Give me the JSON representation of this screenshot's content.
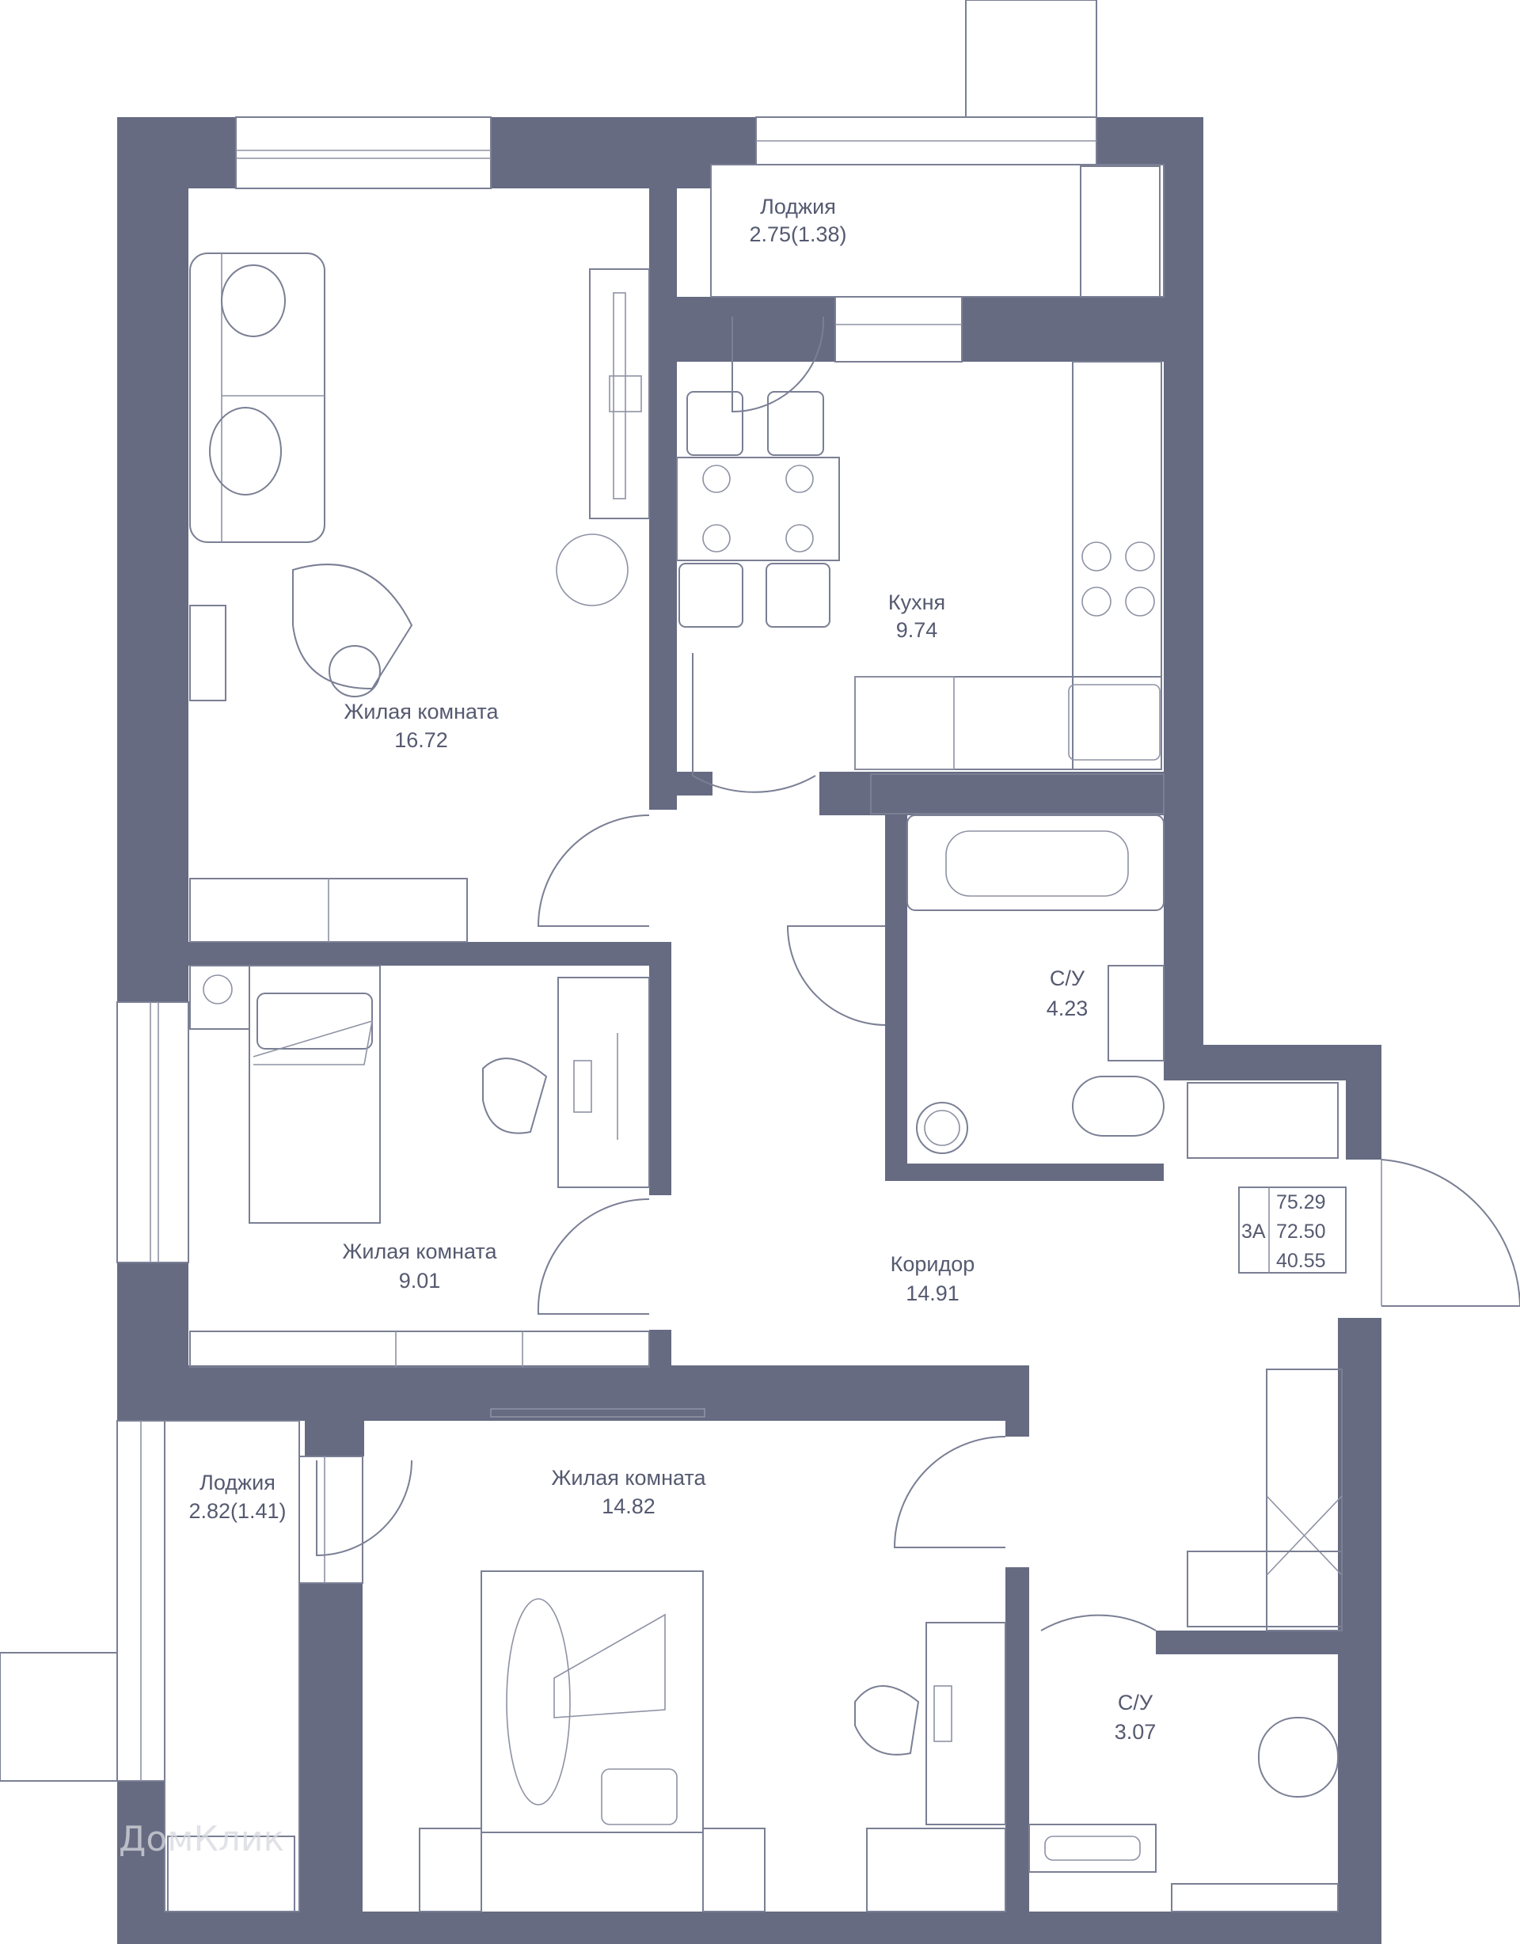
{
  "rooms": {
    "living1": {
      "name": "Жилая комната",
      "area": "16.72"
    },
    "kitchen": {
      "name": "Кухня",
      "area": "9.74"
    },
    "loggia1": {
      "name": "Лоджия",
      "area": "2.75(1.38)"
    },
    "bath1": {
      "name": "С/У",
      "area": "4.23"
    },
    "living2": {
      "name": "Жилая комната",
      "area": "9.01"
    },
    "corridor": {
      "name": "Коридор",
      "area": "14.91"
    },
    "loggia2": {
      "name": "Лоджия",
      "area": "2.82(1.41)"
    },
    "living3": {
      "name": "Жилая комната",
      "area": "14.82"
    },
    "bath2": {
      "name": "С/У",
      "area": "3.07"
    }
  },
  "summary": {
    "type": "3А",
    "total_area": "75.29",
    "living_total": "72.50",
    "living_area": "40.55"
  },
  "watermark": "ДомКлик",
  "colors": {
    "wall": "#666b82",
    "line": "#7a7f94",
    "text": "#555a70"
  }
}
